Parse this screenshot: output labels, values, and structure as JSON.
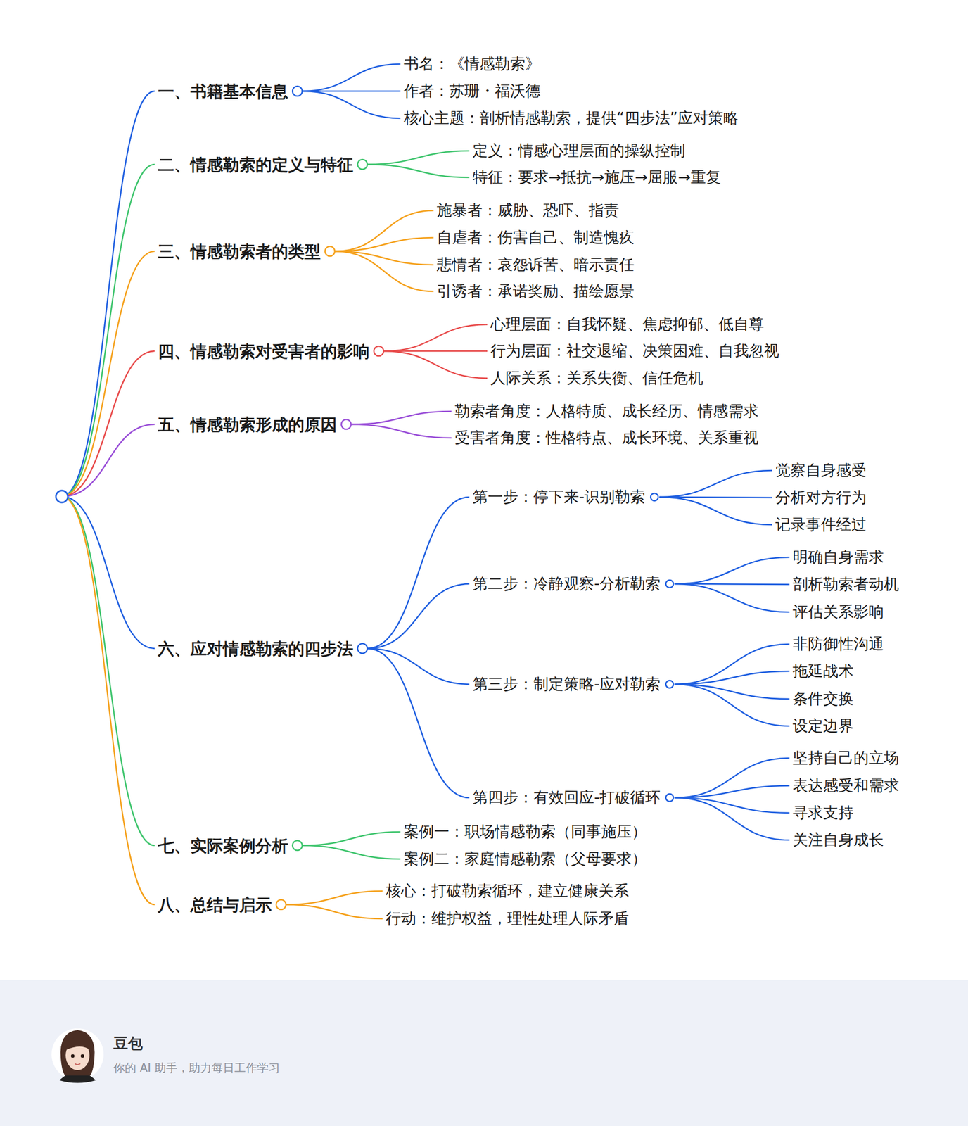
{
  "diagram": {
    "nodes": [
      {
        "text": [
          "一、书籍基本信息"
        ]
      },
      {
        "text": [
          "书名：《情感勒索》"
        ]
      },
      {
        "text": [
          "作者：苏珊・福沃德"
        ]
      },
      {
        "text": [
          "核心主题：剖析情感勒索，提供“四步法”应对策略"
        ]
      },
      {
        "text": [
          "二、情感勒索的定义与特征"
        ]
      },
      {
        "text": [
          "定义：情感心理层面的操纵控制"
        ]
      },
      {
        "text": [
          "特征：要求→抵抗→施压→屈服→重复"
        ]
      },
      {
        "text": [
          "三、情感勒索者的类型"
        ]
      },
      {
        "text": [
          "施暴者：威胁、恐吓、指责"
        ]
      },
      {
        "text": [
          "自虐者：伤害自己、制造愧疚"
        ]
      },
      {
        "text": [
          "悲情者：哀怨诉苦、暗示责任"
        ]
      },
      {
        "text": [
          "引诱者：承诺奖励、描绘愿景"
        ]
      },
      {
        "text": [
          "四、情感勒索对受害者的影响"
        ]
      },
      {
        "text": [
          "心理层面：自我怀疑、焦虑抑郁、低自尊"
        ]
      },
      {
        "text": [
          "行为层面：社交退缩、决策困难、自我忽视"
        ]
      },
      {
        "text": [
          "人际关系：关系失衡、信任危机"
        ]
      },
      {
        "text": [
          "五、情感勒索形成的原因"
        ]
      },
      {
        "text": [
          "勒索者角度：人格特质、成长经历、情感需求"
        ]
      },
      {
        "text": [
          "受害者角度：性格特点、成长环境、关系重视"
        ]
      },
      {
        "text": [
          "六、应对情感勒索的四步法"
        ]
      },
      {
        "text": [
          "第一步：停下来-识别勒索"
        ]
      },
      {
        "text": [
          "觉察自身感受"
        ]
      },
      {
        "text": [
          "分析对方行为"
        ]
      },
      {
        "text": [
          "记录事件经过"
        ]
      },
      {
        "text": [
          "第二步：冷静观察-分析勒索"
        ]
      },
      {
        "text": [
          "明确自身需求"
        ]
      },
      {
        "text": [
          "剖析勒索者动机"
        ]
      },
      {
        "text": [
          "评估关系影响"
        ]
      },
      {
        "text": [
          "第三步：制定策略-应对勒索"
        ]
      },
      {
        "text": [
          "非防御性沟通"
        ]
      },
      {
        "text": [
          "拖延战术"
        ]
      },
      {
        "text": [
          "条件交换"
        ]
      },
      {
        "text": [
          "设定边界"
        ]
      },
      {
        "text": [
          "第四步：有效回应-打破循环"
        ]
      },
      {
        "text": [
          "坚持自己的立场"
        ]
      },
      {
        "text": [
          "表达感受和需求"
        ]
      },
      {
        "text": [
          "寻求支持"
        ]
      },
      {
        "text": [
          "关注自身成长"
        ]
      },
      {
        "text": [
          "七、实际案例分析"
        ]
      },
      {
        "text": [
          "案例一：职场情感勒索（同事施压）"
        ]
      },
      {
        "text": [
          "案例二：家庭情感勒索（父母要求）"
        ]
      },
      {
        "text": [
          "八、总结与启示"
        ]
      },
      {
        "text": [
          "核心：打破勒索循环，建立健康关系"
        ]
      },
      {
        "text": [
          "行动：维护权益，理性处理人际矛盾"
        ]
      }
    ],
    "edges": [
      {
        "from": 0,
        "to": 1,
        "arrow": "none"
      },
      {
        "from": 0,
        "to": 2,
        "arrow": "none"
      },
      {
        "from": 0,
        "to": 3,
        "arrow": "none"
      },
      {
        "from": 4,
        "to": 5,
        "arrow": "none"
      },
      {
        "from": 4,
        "to": 6,
        "arrow": "none"
      },
      {
        "from": 7,
        "to": 8,
        "arrow": "none"
      },
      {
        "from": 7,
        "to": 9,
        "arrow": "none"
      },
      {
        "from": 7,
        "to": 10,
        "arrow": "none"
      },
      {
        "from": 7,
        "to": 11,
        "arrow": "none"
      },
      {
        "from": 12,
        "to": 13,
        "arrow": "none"
      },
      {
        "from": 12,
        "to": 14,
        "arrow": "none"
      },
      {
        "from": 12,
        "to": 15,
        "arrow": "none"
      },
      {
        "from": 16,
        "to": 17,
        "arrow": "none"
      },
      {
        "from": 16,
        "to": 18,
        "arrow": "none"
      },
      {
        "from": 19,
        "to": 20,
        "arrow": "none"
      },
      {
        "from": 19,
        "to": 24,
        "arrow": "none"
      },
      {
        "from": 19,
        "to": 28,
        "arrow": "none"
      },
      {
        "from": 19,
        "to": 33,
        "arrow": "none"
      },
      {
        "from": 20,
        "to": 21,
        "arrow": "none"
      },
      {
        "from": 20,
        "to": 22,
        "arrow": "none"
      },
      {
        "from": 20,
        "to": 23,
        "arrow": "none"
      },
      {
        "from": 24,
        "to": 25,
        "arrow": "none"
      },
      {
        "from": 24,
        "to": 26,
        "arrow": "none"
      },
      {
        "from": 24,
        "to": 27,
        "arrow": "none"
      },
      {
        "from": 28,
        "to": 29,
        "arrow": "none"
      },
      {
        "from": 28,
        "to": 30,
        "arrow": "none"
      },
      {
        "from": 28,
        "to": 31,
        "arrow": "none"
      },
      {
        "from": 28,
        "to": 32,
        "arrow": "none"
      },
      {
        "from": 33,
        "to": 34,
        "arrow": "none"
      },
      {
        "from": 33,
        "to": 35,
        "arrow": "none"
      },
      {
        "from": 33,
        "to": 36,
        "arrow": "none"
      },
      {
        "from": 33,
        "to": 37,
        "arrow": "none"
      },
      {
        "from": 38,
        "to": 39,
        "arrow": "none"
      },
      {
        "from": 38,
        "to": 40,
        "arrow": "none"
      },
      {
        "from": 41,
        "to": 42,
        "arrow": "none"
      },
      {
        "from": 41,
        "to": 43,
        "arrow": "none"
      }
    ],
    "labels": [
      "豆包",
      "你的 AI 助手，助力每日工作学习"
    ]
  }
}
